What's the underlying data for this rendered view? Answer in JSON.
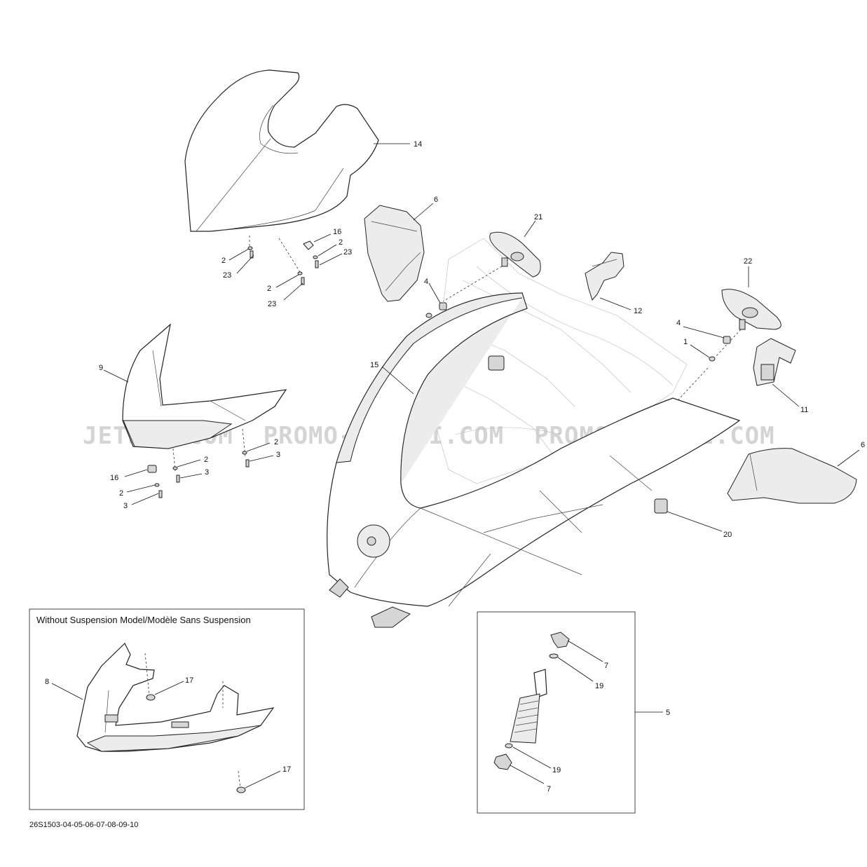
{
  "watermark": "JETSKI.COM  PROMO-JETSKI.COM  PROMO-JETSKI.COM",
  "inset_left": {
    "title": "Without Suspension Model/Modèle Sans Suspension"
  },
  "reference_code": "26S1503-04-05-06-07-08-09-10",
  "callouts": {
    "c14": "14",
    "c6a": "6",
    "c6b": "6",
    "c21": "21",
    "c22": "22",
    "c16a": "16",
    "c2a": "2",
    "c23a": "23",
    "c2b": "2",
    "c23b": "23",
    "c2c": "2",
    "c23c": "23",
    "c4a": "4",
    "c1a": "1",
    "c4b": "4",
    "c1b": "1",
    "c12": "12",
    "c11": "11",
    "c15": "15",
    "c9": "9",
    "c2d": "2",
    "c3a": "3",
    "c2e": "2",
    "c3b": "3",
    "c16b": "16",
    "c2f": "2",
    "c3c": "3",
    "c20": "20",
    "c8": "8",
    "c17a": "17",
    "c17b": "17",
    "c7a": "7",
    "c19a": "19",
    "c5": "5",
    "c19b": "19",
    "c7b": "7"
  }
}
